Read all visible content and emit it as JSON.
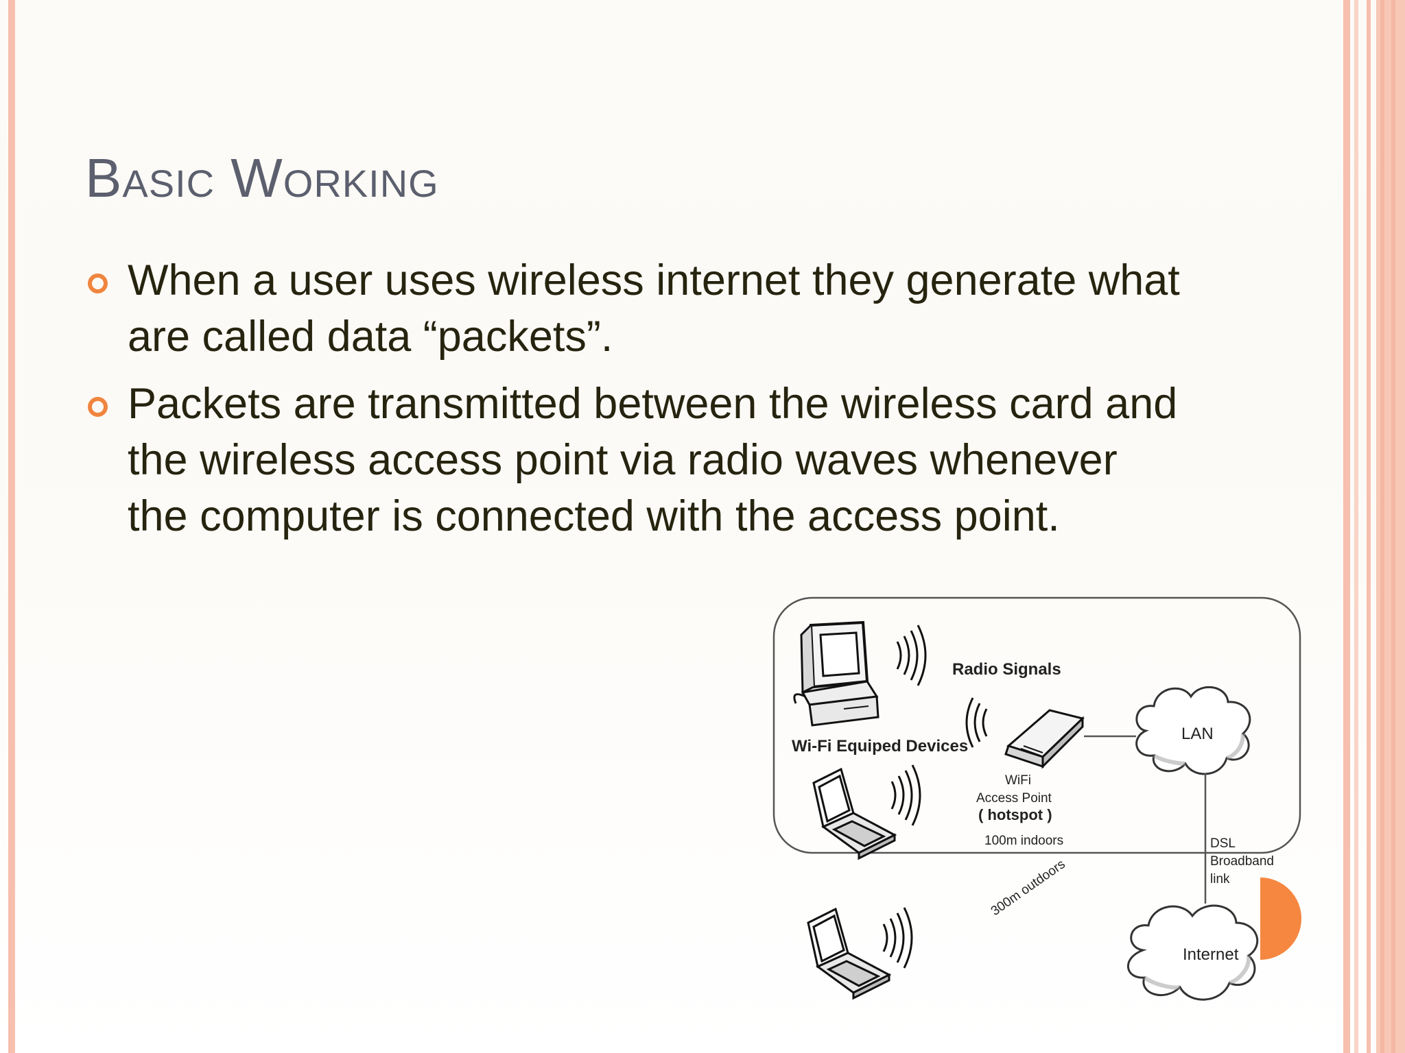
{
  "slide": {
    "title": "Basic Working",
    "bullets": [
      {
        "text": "When a user uses wireless internet they generate what are called data “packets”."
      },
      {
        "text": "Packets are transmitted between the wireless card and the wireless access point via radio waves whenever the computer is connected with the access point."
      }
    ]
  },
  "diagram": {
    "radio_signals": "Radio Signals",
    "devices": "Wi-Fi Equiped Devices",
    "ap_line1": "WiFi",
    "ap_line2": "Access Point",
    "ap_line3": "( hotspot )",
    "lan": "LAN",
    "indoors": "100m indoors",
    "outdoors": "300m outdoors",
    "dsl_line1": "DSL",
    "dsl_line2": "Broadband",
    "dsl_line3": "link",
    "internet": "Internet"
  },
  "colors": {
    "accent": "#f58740",
    "title": "#5b5f6e",
    "text": "#26240f",
    "border": "#f6bfae"
  }
}
